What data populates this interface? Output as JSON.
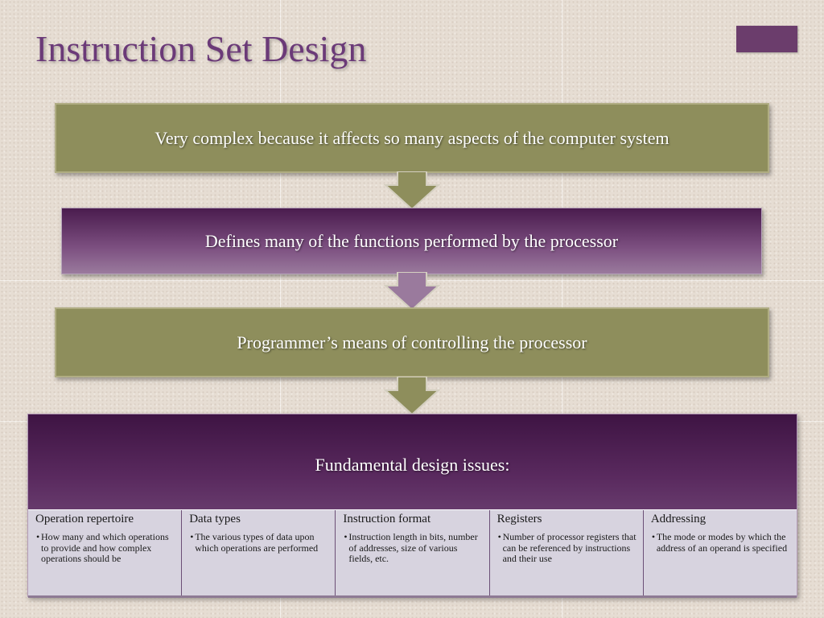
{
  "title": "Instruction Set Design",
  "stages": [
    {
      "text": "Very complex because it affects so many aspects of the computer system",
      "style": "olive"
    },
    {
      "text": "Defines many of the functions performed by the processor",
      "style": "purple"
    },
    {
      "text": "Programmer’s means of controlling the processor",
      "style": "olive"
    }
  ],
  "panel": {
    "title": "Fundamental design issues:",
    "issues": [
      {
        "heading": "Operation repertoire",
        "detail": "How many and which operations to provide and how complex operations should be"
      },
      {
        "heading": "Data types",
        "detail": "The various types of data upon which operations are performed"
      },
      {
        "heading": "Instruction format",
        "detail": "Instruction length in bits, number of addresses, size of various fields, etc."
      },
      {
        "heading": "Registers",
        "detail": "Number of processor registers that can be referenced by instructions and their use"
      },
      {
        "heading": "Addressing",
        "detail": "The mode or modes by which the address of an operand is specified"
      }
    ]
  },
  "colors": {
    "title": "#6b3a78",
    "olive": "#8e8e5c",
    "purple_dark": "#4a1c4e",
    "arrow_olive": "#8e8e5c",
    "arrow_purple": "#9a7a9d"
  }
}
